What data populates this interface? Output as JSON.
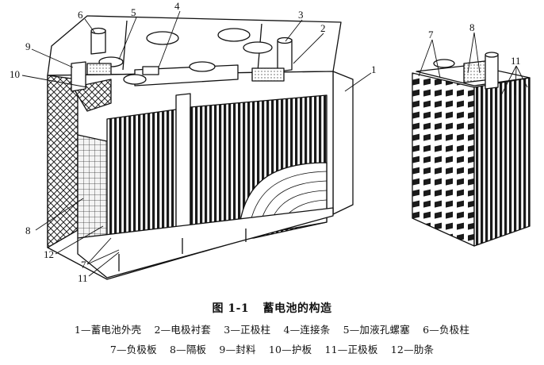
{
  "figure": {
    "number": "图 1-1",
    "title": "蓄电池的构造"
  },
  "callouts": [
    "1",
    "2",
    "3",
    "4",
    "5",
    "6",
    "7",
    "8",
    "9",
    "10",
    "11",
    "12"
  ],
  "legend_line_1": [
    "1—蓄电池外壳",
    "2—电极衬套",
    "3—正极柱",
    "4—连接条",
    "5—加液孔螺塞",
    "6—负极柱"
  ],
  "legend_line_2": [
    "7—负极板",
    "8—隔板",
    "9—封料",
    "10—护板",
    "11—正极板",
    "12—肋条"
  ]
}
